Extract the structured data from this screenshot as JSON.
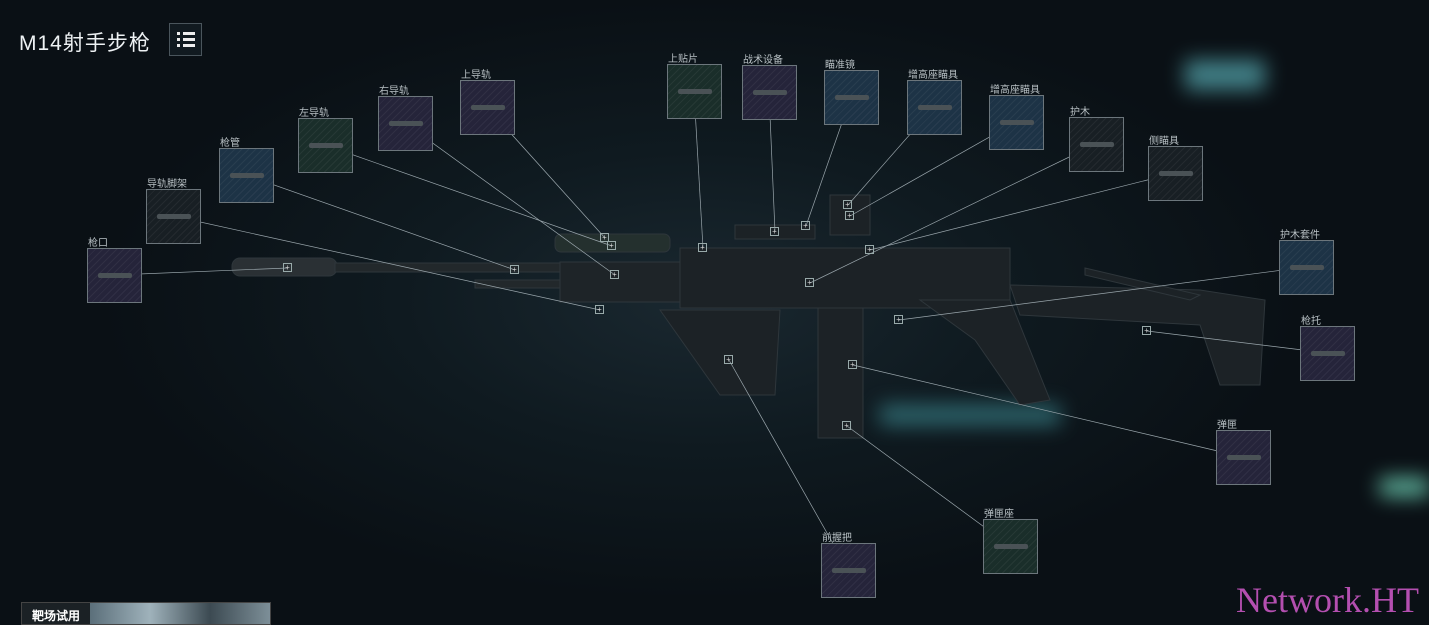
{
  "title": "M14射手步枪",
  "menu_icon": "list-icon",
  "slots": [
    {
      "label": "枪口",
      "tint": "purple"
    },
    {
      "label": "导轨脚架",
      "tint": "dark"
    },
    {
      "label": "枪管",
      "tint": "blue"
    },
    {
      "label": "左导轨",
      "tint": "green"
    },
    {
      "label": "右导轨",
      "tint": "purple"
    },
    {
      "label": "上导轨",
      "tint": "purple"
    },
    {
      "label": "上贴片",
      "tint": "green"
    },
    {
      "label": "战术设备",
      "tint": "purple"
    },
    {
      "label": "瞄准镜",
      "tint": "blue"
    },
    {
      "label": "增高座瞄具",
      "tint": "blue"
    },
    {
      "label": "增高座瞄具",
      "tint": "blue"
    },
    {
      "label": "护木",
      "tint": "dark"
    },
    {
      "label": "侧瞄具",
      "tint": "dark"
    },
    {
      "label": "护木套件",
      "tint": "blue"
    },
    {
      "label": "枪托",
      "tint": "purple"
    },
    {
      "label": "弹匣",
      "tint": "purple"
    },
    {
      "label": "弹匣座",
      "tint": "green"
    },
    {
      "label": "前握把",
      "tint": "purple"
    }
  ],
  "range_button": "靶场试用",
  "watermark": "Network.HT"
}
